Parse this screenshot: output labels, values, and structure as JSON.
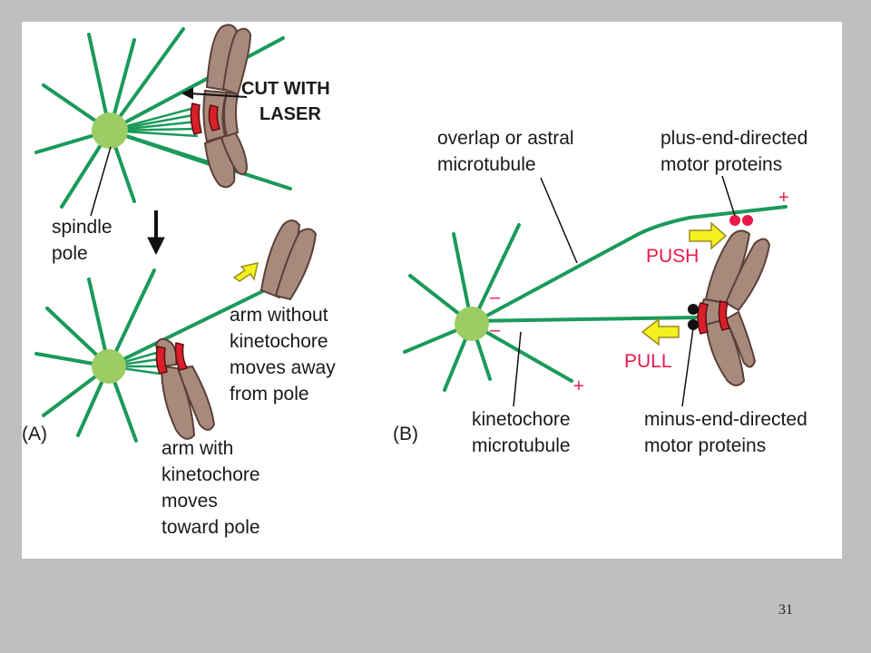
{
  "slide": {
    "page_number": "31",
    "background": "#bfbfbf",
    "panel_background": "#ffffff"
  },
  "colors": {
    "microtubule": "#1a9a5a",
    "spindle_pole": "#9ccc64",
    "chromosome": "#a88a7c",
    "kinetochore": "#d81f2a",
    "plus_motor": "#e8194a",
    "minus_motor": "#111111",
    "arrow_fill": "#f5f020",
    "arrow_stroke": "#9a8a20"
  },
  "panel_a": {
    "letter": "(A)",
    "cut_label_line1": "CUT WITH",
    "cut_label_line2": "LASER",
    "spindle_pole_line1": "spindle",
    "spindle_pole_line2": "pole",
    "arm_without_line1": "arm without",
    "arm_without_line2": "kinetochore",
    "arm_without_line3": "moves away",
    "arm_without_line4": "from pole",
    "arm_with_line1": "arm with",
    "arm_with_line2": "kinetochore",
    "arm_with_line3": "moves",
    "arm_with_line4": "toward pole"
  },
  "panel_b": {
    "letter": "(B)",
    "overlap_line1": "overlap or astral",
    "overlap_line2": "microtubule",
    "plus_motor_line1": "plus-end-directed",
    "plus_motor_line2": "motor proteins",
    "push_label": "PUSH",
    "pull_label": "PULL",
    "kinetochore_mt_line1": "kinetochore",
    "kinetochore_mt_line2": "microtubule",
    "minus_motor_line1": "minus-end-directed",
    "minus_motor_line2": "motor proteins",
    "plus_sign": "+",
    "minus_sign": "–"
  }
}
